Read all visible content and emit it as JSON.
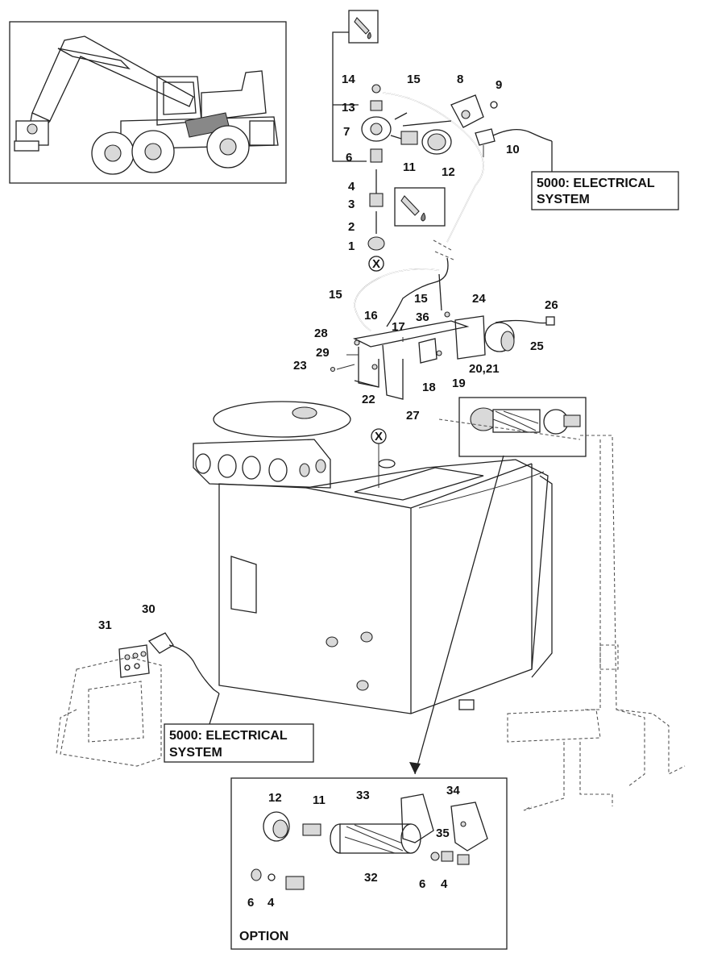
{
  "callouts": {
    "electrical_top": {
      "line1": "5000: ELECTRICAL",
      "line2": "SYSTEM"
    },
    "electrical_bottom": {
      "line1": "5000: ELECTRICAL",
      "line2": "SYSTEM"
    }
  },
  "option_label": "OPTION",
  "marker_x": "X",
  "part_labels": [
    {
      "id": "p14",
      "text": "14"
    },
    {
      "id": "p15a",
      "text": "15"
    },
    {
      "id": "p8",
      "text": "8"
    },
    {
      "id": "p9",
      "text": "9"
    },
    {
      "id": "p13",
      "text": "13"
    },
    {
      "id": "p7",
      "text": "7"
    },
    {
      "id": "p10",
      "text": "10"
    },
    {
      "id": "p6",
      "text": "6"
    },
    {
      "id": "p11",
      "text": "11"
    },
    {
      "id": "p12",
      "text": "12"
    },
    {
      "id": "p4",
      "text": "4"
    },
    {
      "id": "p3",
      "text": "3"
    },
    {
      "id": "p2",
      "text": "2"
    },
    {
      "id": "p1",
      "text": "1"
    },
    {
      "id": "p15b",
      "text": "15"
    },
    {
      "id": "p15c",
      "text": "15"
    },
    {
      "id": "p24",
      "text": "24"
    },
    {
      "id": "p26",
      "text": "26"
    },
    {
      "id": "p16",
      "text": "16"
    },
    {
      "id": "p36",
      "text": "36"
    },
    {
      "id": "p28",
      "text": "28"
    },
    {
      "id": "p17",
      "text": "17"
    },
    {
      "id": "p25",
      "text": "25"
    },
    {
      "id": "p29",
      "text": "29"
    },
    {
      "id": "p23",
      "text": "23"
    },
    {
      "id": "p20_21",
      "text": "20,21"
    },
    {
      "id": "p18",
      "text": "18"
    },
    {
      "id": "p19",
      "text": "19"
    },
    {
      "id": "p22",
      "text": "22"
    },
    {
      "id": "p27",
      "text": "27"
    },
    {
      "id": "p31",
      "text": "31"
    },
    {
      "id": "p30",
      "text": "30"
    },
    {
      "id": "o12",
      "text": "12"
    },
    {
      "id": "o11",
      "text": "11"
    },
    {
      "id": "o33",
      "text": "33"
    },
    {
      "id": "o34",
      "text": "34"
    },
    {
      "id": "o35",
      "text": "35"
    },
    {
      "id": "o32",
      "text": "32"
    },
    {
      "id": "o6a",
      "text": "6"
    },
    {
      "id": "o4a",
      "text": "4"
    },
    {
      "id": "o6b",
      "text": "6"
    },
    {
      "id": "o4b",
      "text": "4"
    }
  ]
}
